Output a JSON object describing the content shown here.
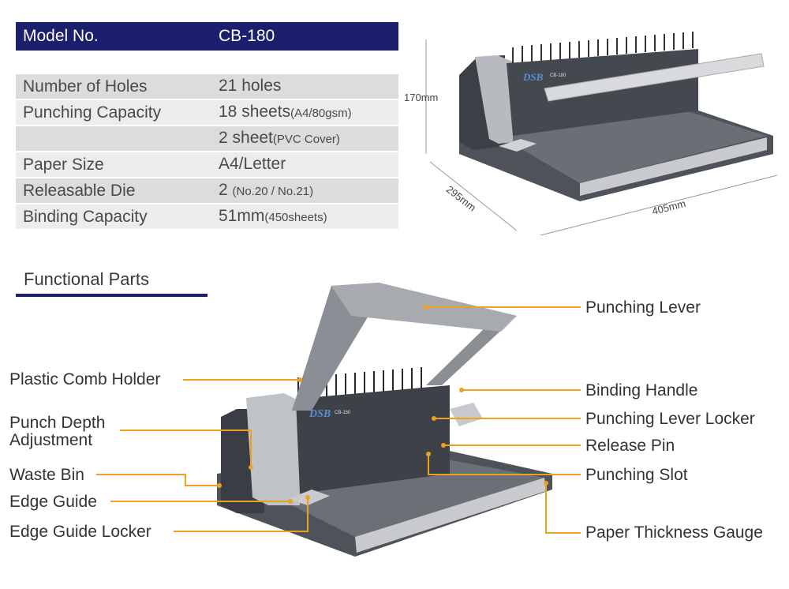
{
  "spec": {
    "header": {
      "key": "Model No.",
      "value": "CB-180"
    },
    "rows": [
      {
        "key": "Number of Holes",
        "value": "21 holes",
        "note": ""
      },
      {
        "key": "Punching Capacity",
        "value": "18 sheets",
        "note": "(A4/80gsm)"
      },
      {
        "key": "",
        "value": "2 sheet",
        "note": "(PVC Cover)"
      },
      {
        "key": "Paper Size",
        "value": "A4/Letter",
        "note": ""
      },
      {
        "key": "Releasable Die",
        "value": "2 ",
        "note": "(No.20 / No.21)"
      },
      {
        "key": "Binding Capacity",
        "value": "51mm",
        "note": "(450sheets)"
      }
    ]
  },
  "dimensions": {
    "height": "170mm",
    "depth": "295mm",
    "width": "405mm"
  },
  "brand": {
    "logo": "DSB",
    "model": "CB-180"
  },
  "functional_parts": {
    "title": "Functional Parts",
    "left_labels": [
      "Plastic Comb Holder",
      "Punch Depth",
      "Adjustment",
      "Waste Bin",
      "Edge Guide",
      "Edge Guide Locker"
    ],
    "right_labels": [
      "Punching Lever",
      "Binding Handle",
      "Punching Lever Locker",
      "Release Pin",
      "Punching Slot",
      "Paper Thickness Gauge"
    ]
  },
  "colors": {
    "navy": "#1c1f6b",
    "callout": "#f0a020",
    "machine": "#5c6068",
    "silver": "#c8cacd"
  }
}
